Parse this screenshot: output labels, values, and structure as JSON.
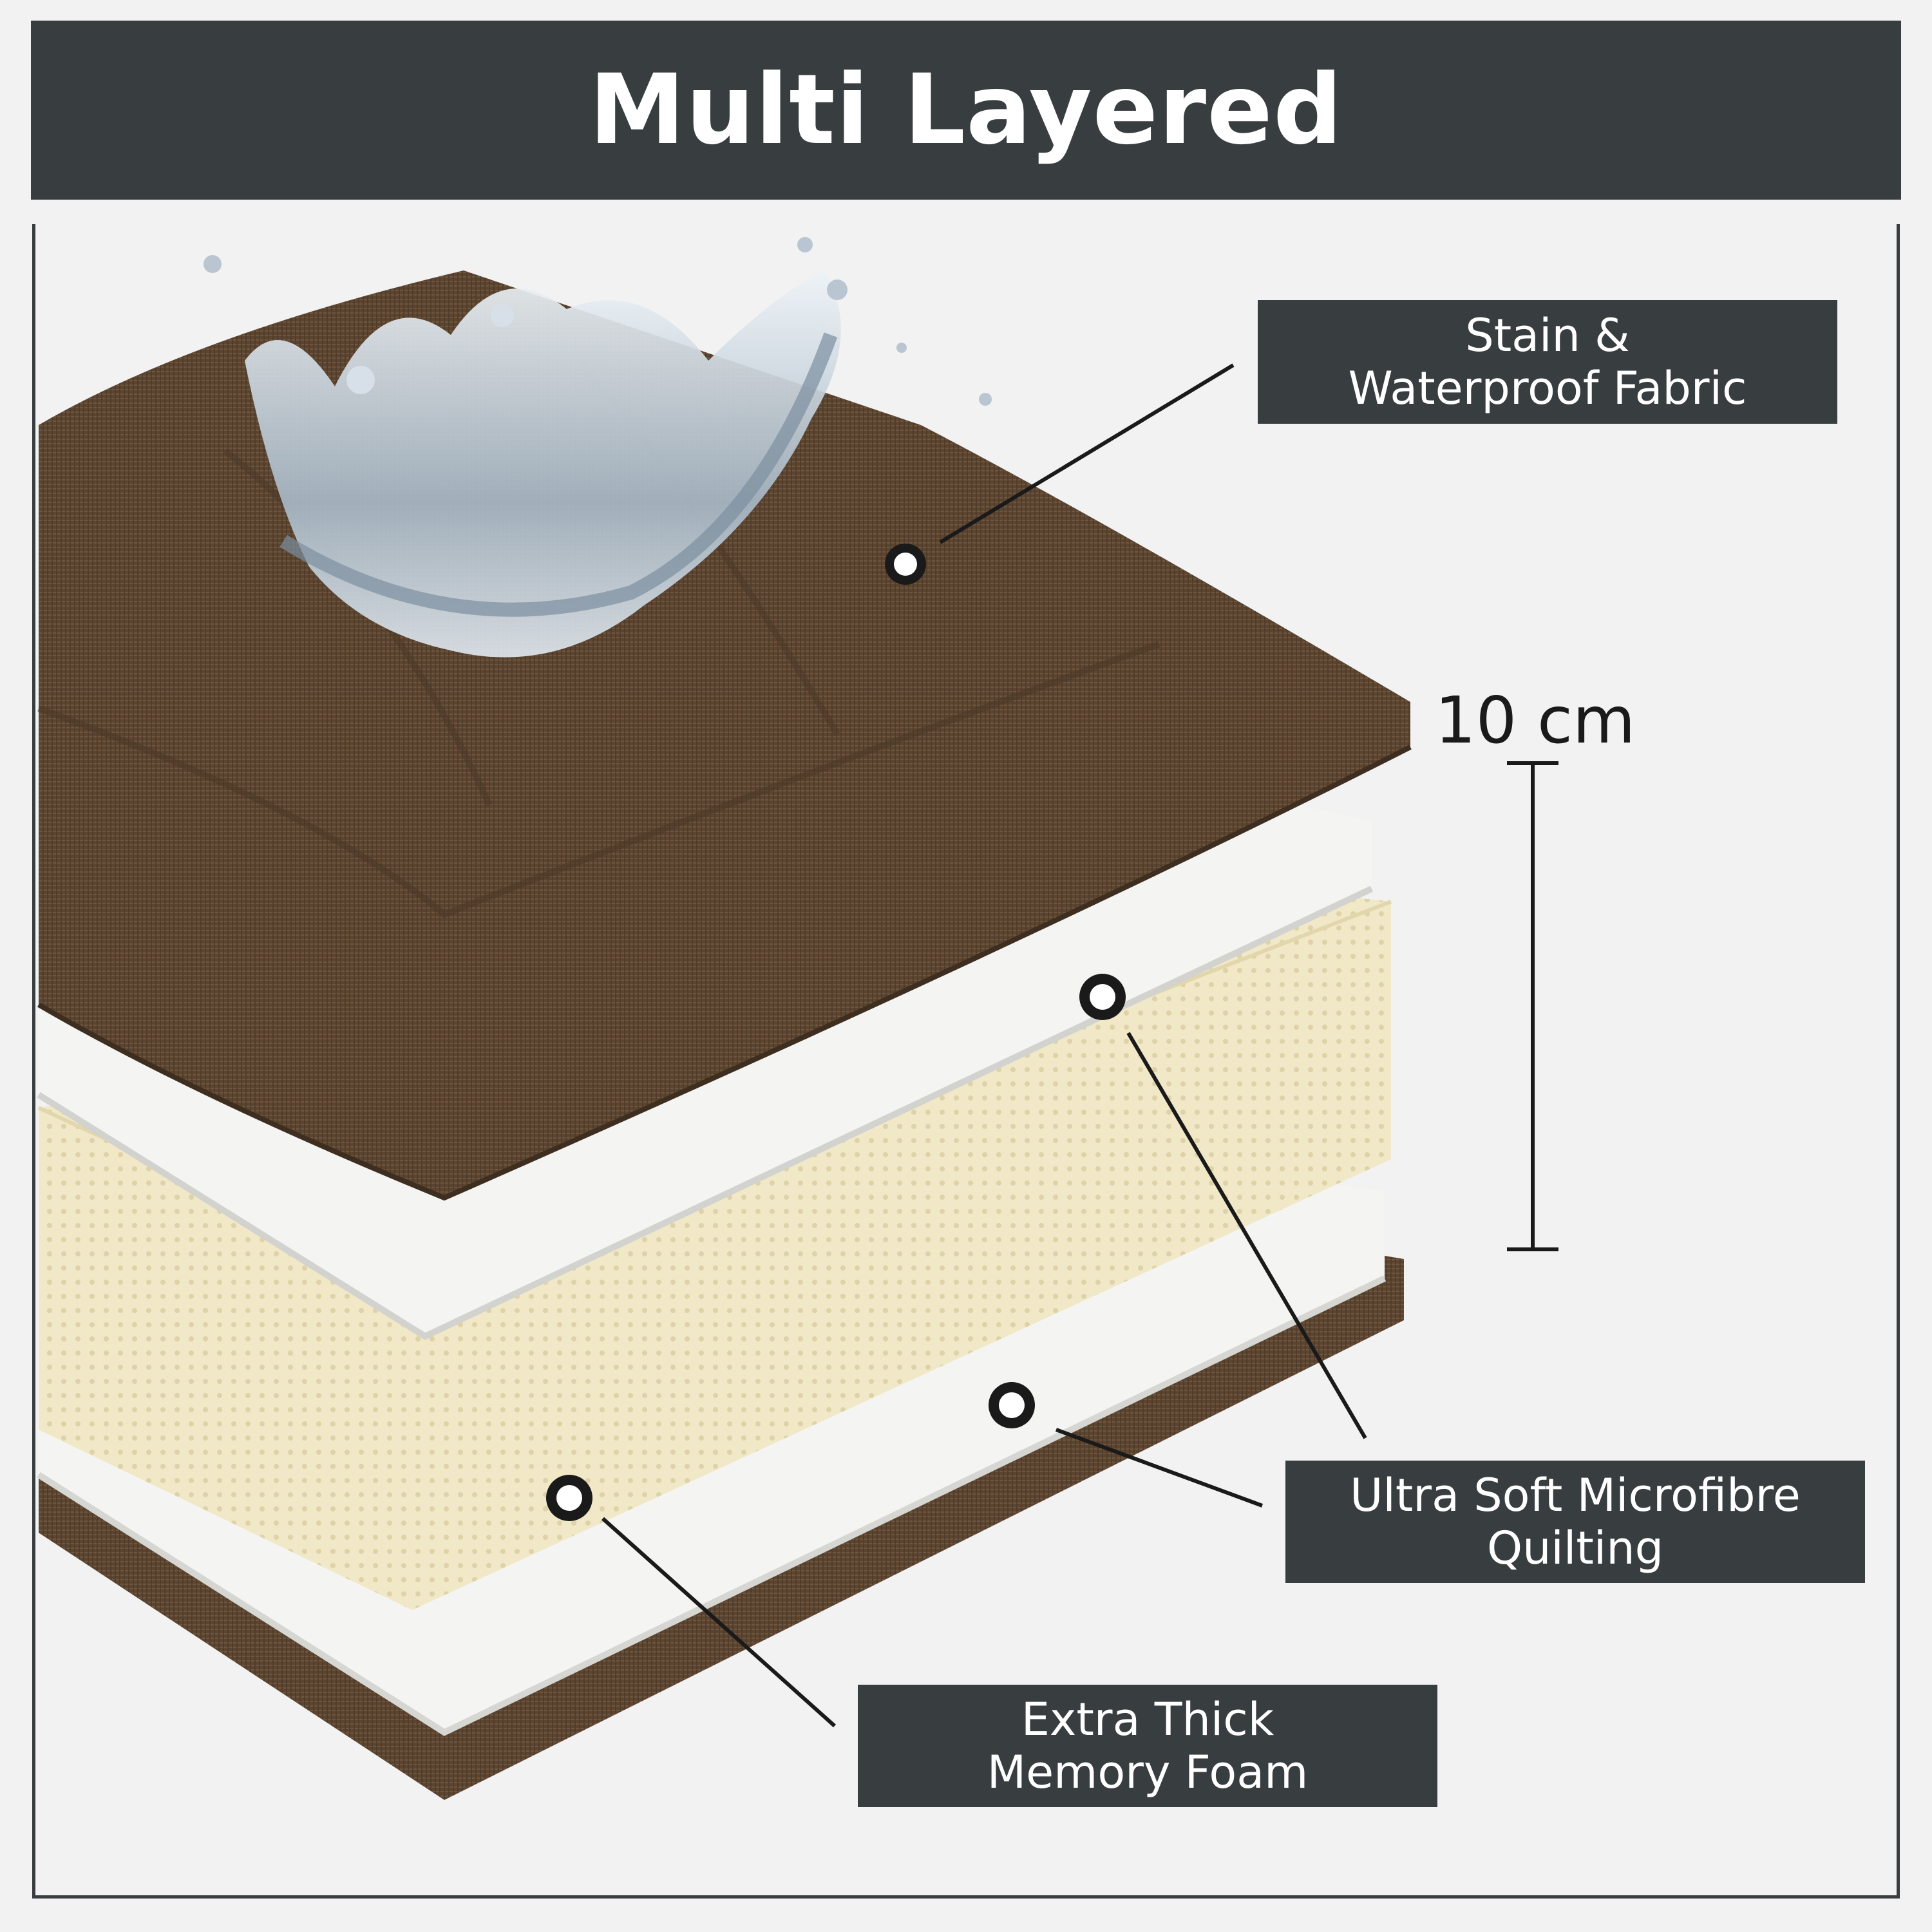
{
  "title": "Multi Layered",
  "labels": {
    "fabric": {
      "line1": "Stain &",
      "line2": "Waterproof Fabric"
    },
    "quilting": {
      "line1": "Ultra Soft Microfibre",
      "line2": "Quilting"
    },
    "foam": {
      "line1": "Extra Thick",
      "line2": "Memory Foam"
    }
  },
  "dimension": {
    "height": "10 cm"
  },
  "colors": {
    "banner": "#383d40",
    "fabric": "#5c4530",
    "quilting": "#f4f4f2",
    "foam": "#f1e8c8",
    "background": "#f2f2f2"
  }
}
